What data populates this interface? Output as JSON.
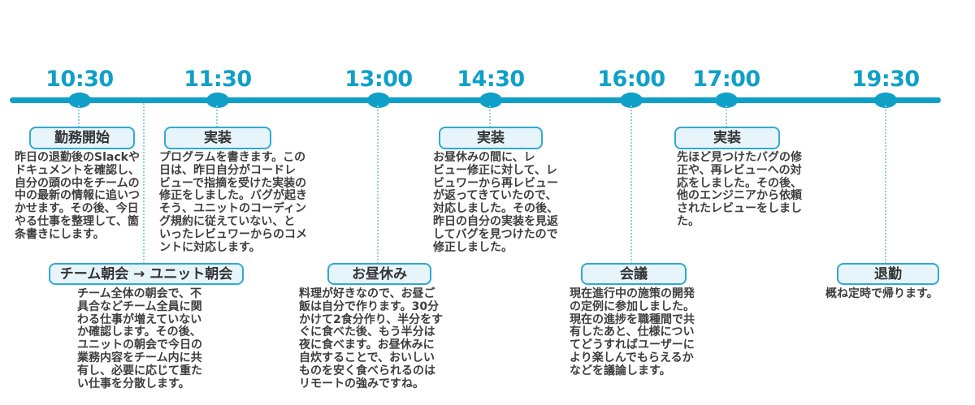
{
  "colors": {
    "accent": "#0FA0C8",
    "connector": "#8CD0E6",
    "tag_border": "#2FA9D1",
    "tag_bg": "#E7F5FB",
    "tag_text": "#333333",
    "body_text": "#3E3E3E"
  },
  "timeline": {
    "items": [
      {
        "time": "10:30",
        "label": "勤務開始",
        "body": "昨日の退勤後のSlackや\nドキュメントを確認し、\n自分の頭の中をチームの\n中の最新の情報に追いつ\nかせます。その後、今日\nやる仕事を整理して、箇\n条書きにします。"
      },
      {
        "time": "",
        "label": "チーム朝会 → ユニット朝会",
        "body": "チーム全体の朝会で、不\n具合などチーム全員に関\nわる仕事が増えていない\nか確認します。その後、\nユニットの朝会で今日の\n業務内容をチーム内に共\n有し、必要に応じて重た\nい仕事を分散します。"
      },
      {
        "time": "11:30",
        "label": "実装",
        "body": "プログラムを書きます。この\n日は、昨日自分がコードレ\nビューで指摘を受けた実装の\n修正をしました。バグが起き\nそう、ユニットのコーディン\nグ規約に従えていない、と\nいったレビュワーからのコメ\nントに対応します。"
      },
      {
        "time": "13:00",
        "label": "お昼休み",
        "body": "料理が好きなので、お昼ご\n飯は自分で作ります。30分\nかけて2食分作り、半分をす\nぐに食べた後、もう半分は\n夜に食べます。お昼休みに\n自炊することで、おいしい\nものを安く食べられるのは\nリモートの強みですね。"
      },
      {
        "time": "14:30",
        "label": "実装",
        "body": "お昼休みの間に、レ\nビュー修正に対して、レ\nビュワーから再レビュー\nが返ってきていたので、\n対応しました。その後、\n昨日の自分の実装を見返\nしてバグを見つけたので\n修正しました。"
      },
      {
        "time": "16:00",
        "label": "会議",
        "body": "現在進行中の施策の開発\nの定例に参加しました。\n現在の進捗を職種間で共\n有したあと、仕様につい\nてどうすればユーザーに\nより楽しんでもらえるか\nなどを議論します。"
      },
      {
        "time": "17:00",
        "label": "実装",
        "body": "先ほど見つけたバグの修\n正や、再レビューへの対\n応をしました。その後、\n他のエンジニアから依頼\nされたレビューをしまし\nた。"
      },
      {
        "time": "19:30",
        "label": "退勤",
        "body": "概ね定時で帰ります。"
      }
    ]
  }
}
